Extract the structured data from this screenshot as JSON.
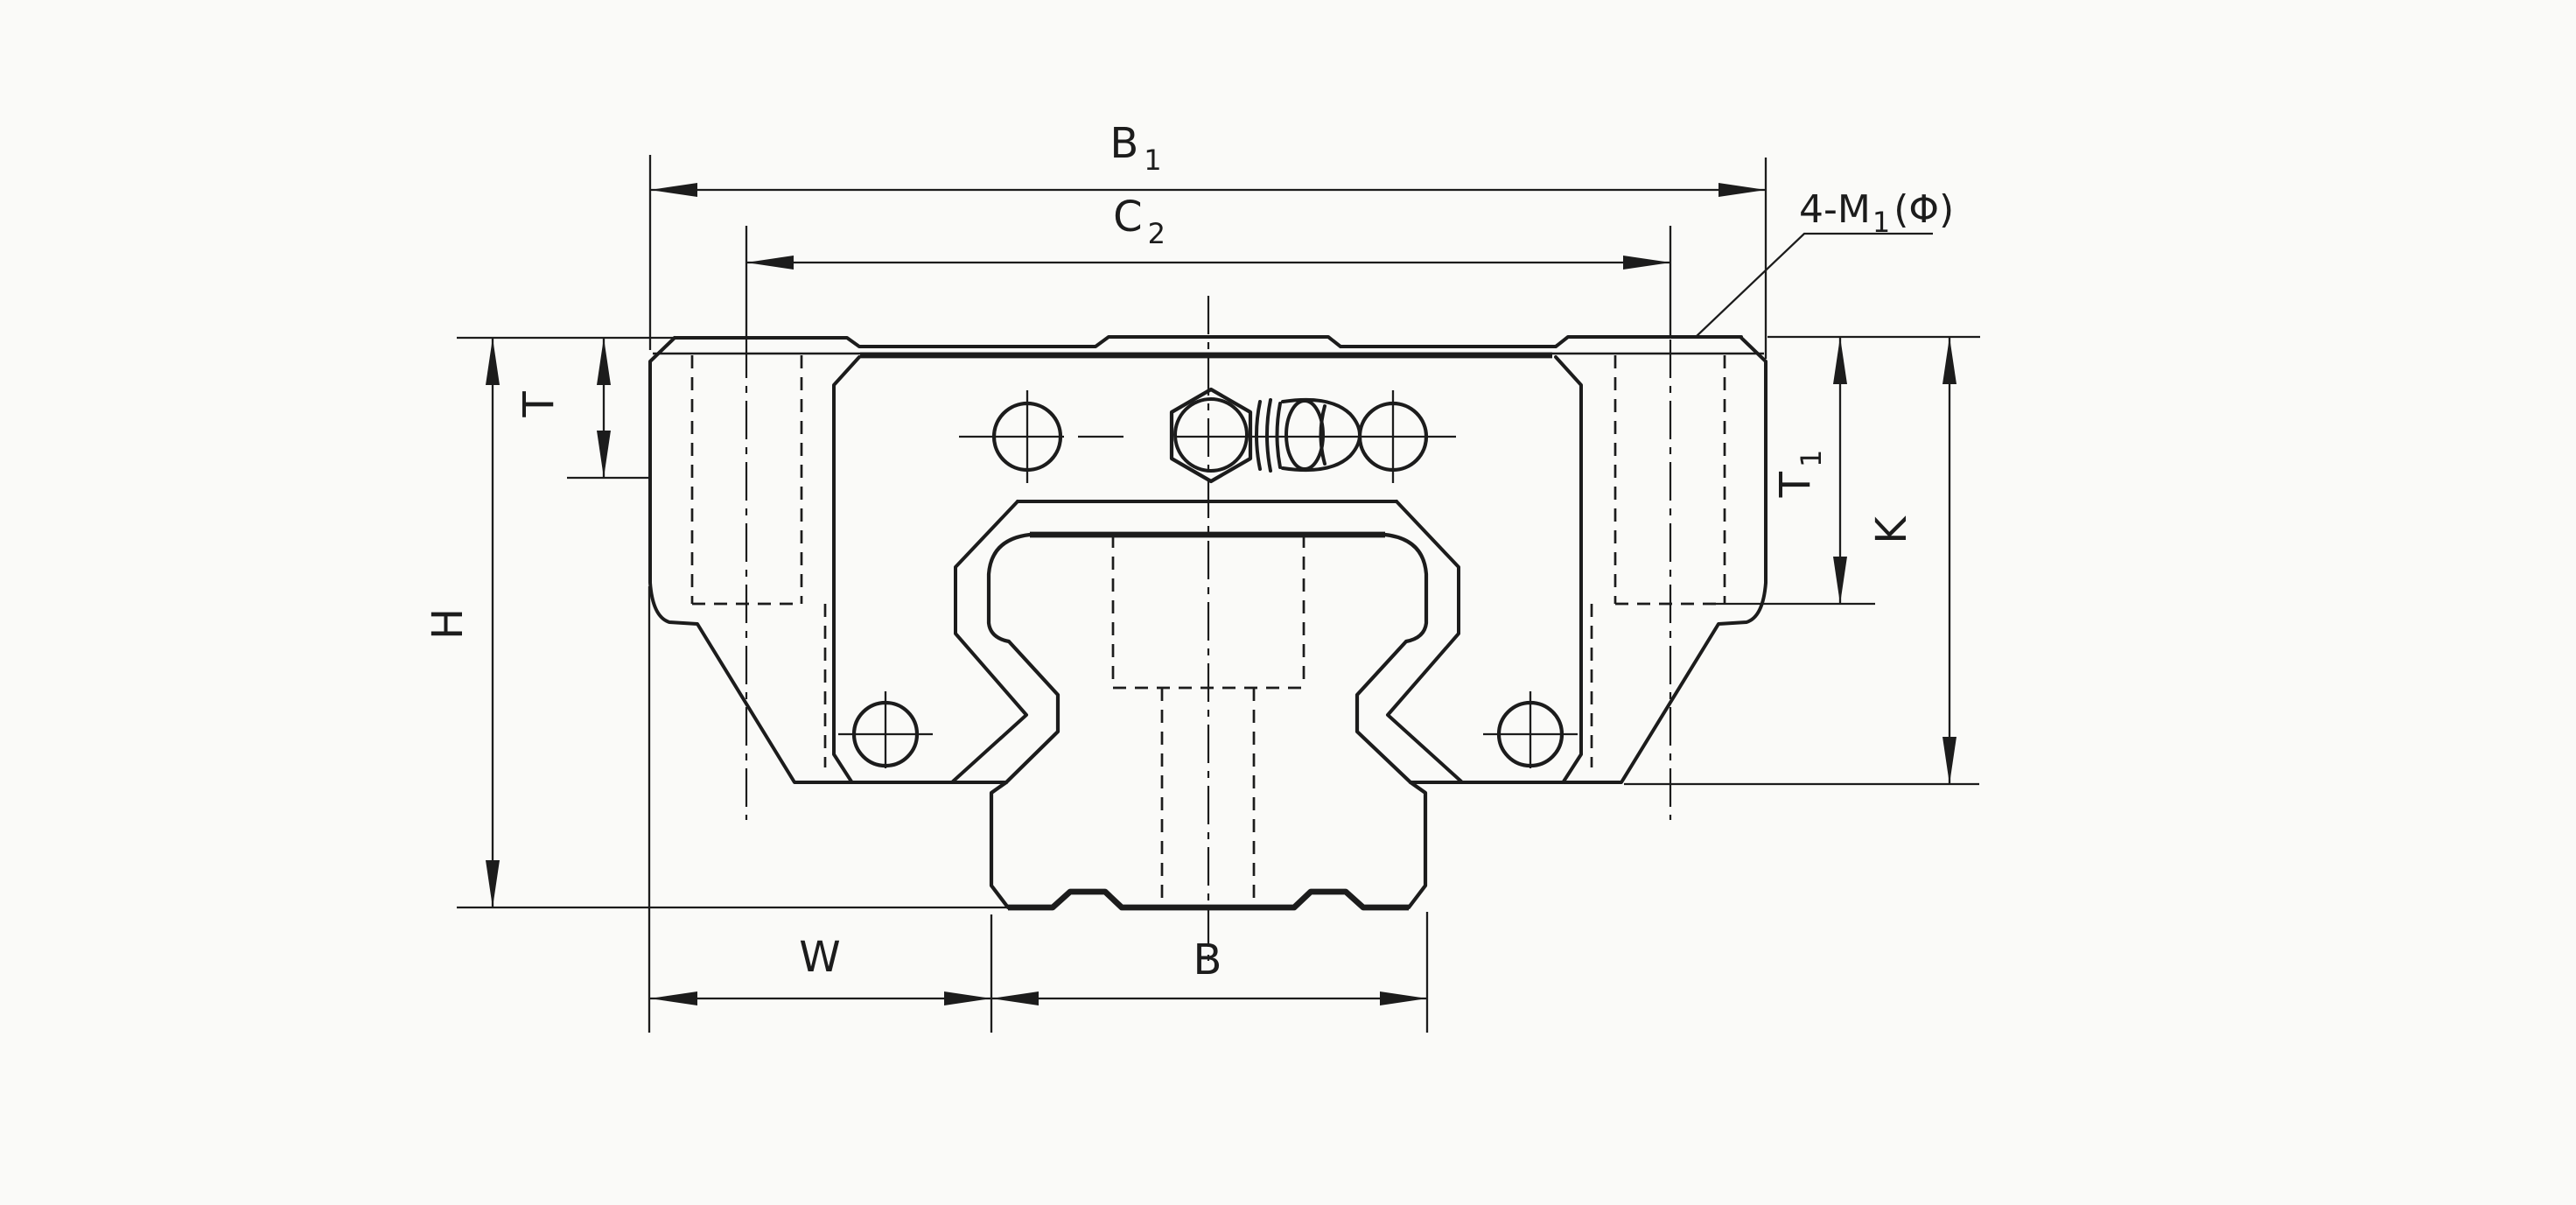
{
  "colors": {
    "ink": "#1c1c1c",
    "paper": "#fafaf8"
  },
  "labels": {
    "b1": {
      "main": "B",
      "sub": "1"
    },
    "c2": {
      "main": "C",
      "sub": "2"
    },
    "t": {
      "main": "T"
    },
    "h": {
      "main": "H"
    },
    "t1": {
      "main": "T",
      "sub": "1"
    },
    "k": {
      "main": "K"
    },
    "w": {
      "main": "W"
    },
    "b": {
      "main": "B"
    },
    "callout": {
      "prefix": "4-M",
      "sub": "1",
      "suffix": "(Φ)"
    }
  }
}
